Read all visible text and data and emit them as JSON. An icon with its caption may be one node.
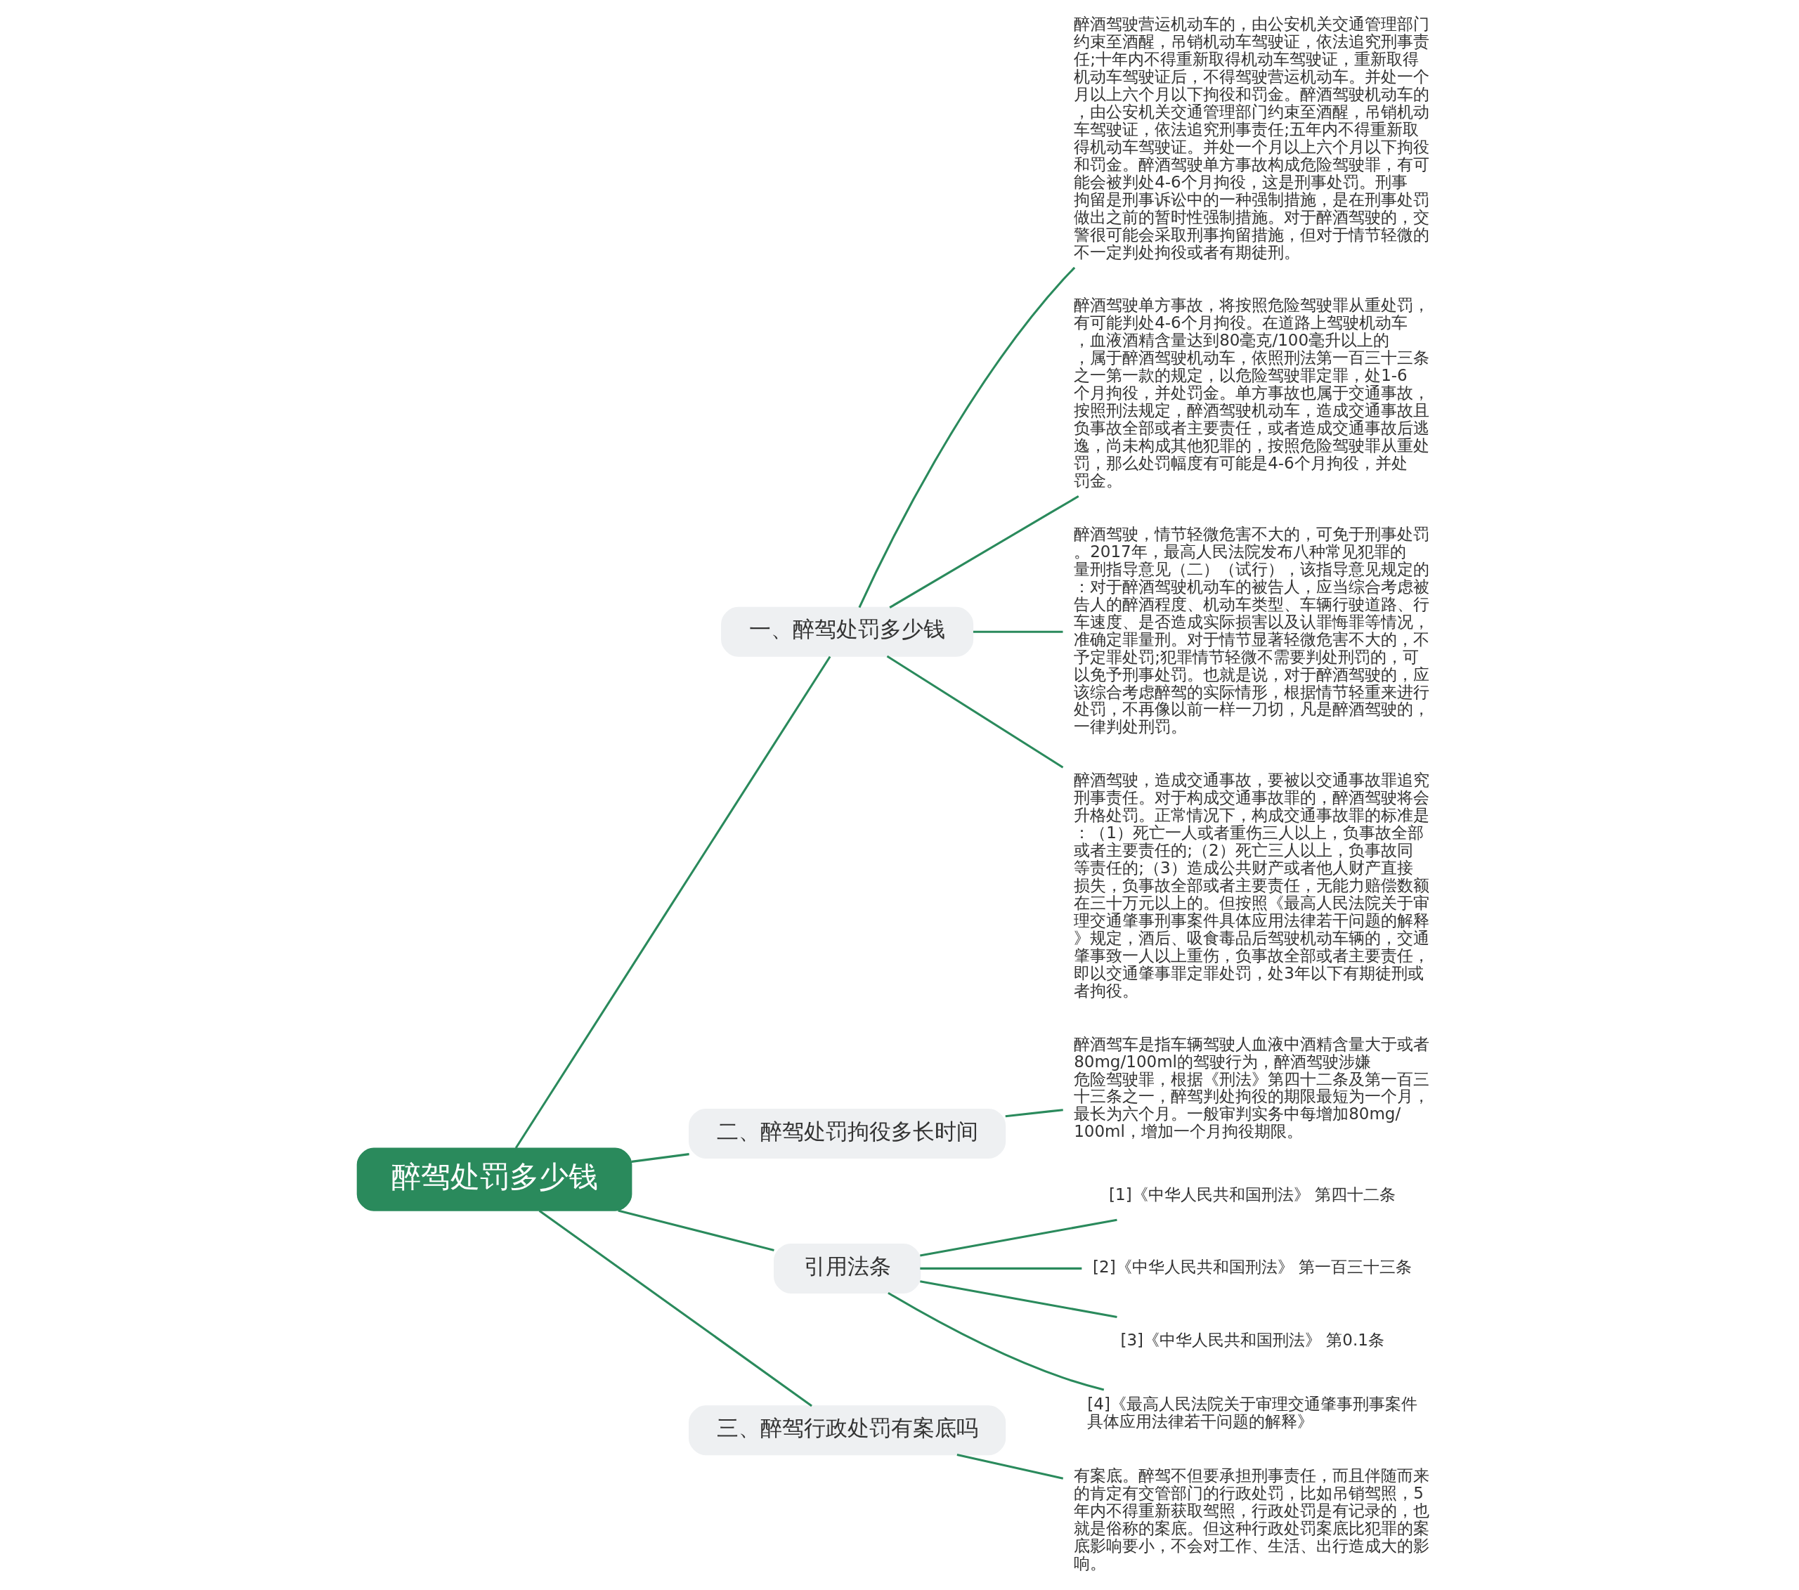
{
  "diagram": {
    "nodes": [
      {
        "text": [
          "醉驾处罚多少钱"
        ]
      },
      {
        "text": [
          "一、醉驾处罚多少钱"
        ]
      },
      {
        "text": [
          "醉酒驾驶营运机动车的，由公安机关交通管理部门约束至酒醒，吊销机动车驾驶证，依法追究刑事责任;十年内不得重新取得机动车驾驶证，重新取得机动车驾驶证后，不得驾驶营运机动车。并处一个月以上六个月以下拘役和罚金。醉酒驾驶机动车的，由公安机关交通管理部门约束至酒醒，吊销机动车驾驶证，依法追究刑事责任;五年内不得重新取得机动车驾驶证。并处一个月以上六个月以下拘役和罚金。醉酒驾驶单方事故构成危险驾驶罪，有可能会被判处4-6个月拘役，这是刑事处罚。刑事拘留是刑事诉讼中的一种强制措施，是在刑事处罚做出之前的暂时性强制措施。对于醉酒驾驶的，交警很可能会采取刑事拘留措施，但对于情节轻微的不一定判处拘役或者有期徒刑。"
        ]
      },
      {
        "text": [
          "醉酒驾驶单方事故，将按照危险驾驶罪从重处罚，有可能判处4-6个月拘役。在道路上驾驶机动车，血液酒精含量达到80毫克/100毫升以上的，属于醉酒驾驶机动车，依照刑法第一百三十三条之一第一款的规定，以危险驾驶罪定罪，处1-6个月拘役，并处罚金。单方事故也属于交通事故，按照刑法规定，醉酒驾驶机动车，造成交通事故且负事故全部或者主要责任，或者造成交通事故后逃逸，尚未构成其他犯罪的，按照危险驾驶罪从重处罚，那么处罚幅度有可能是4-6个月拘役，并处罚金。"
        ]
      },
      {
        "text": [
          "醉酒驾驶，情节轻微危害不大的，可免于刑事处罚。2017年，最高人民法院发布八种常见犯罪的量刑指导意见（二）（试行），该指导意见规定的：对于醉酒驾驶机动车的被告人，应当综合考虑被告人的醉酒程度、机动车类型、车辆行驶道路、行车速度、是否造成实际损害以及认罪悔罪等情况，准确定罪量刑。对于情节显著轻微危害不大的，不予定罪处罚;犯罪情节轻微不需要判处刑罚的，可以免予刑事处罚。也就是说，对于醉酒驾驶的，应该综合考虑醉驾的实际情形，根据情节轻重来进行处罚，不再像以前一样一刀切，凡是醉酒驾驶的，一律判处刑罚。"
        ]
      },
      {
        "text": [
          "醉酒驾驶，造成交通事故，要被以交通事故罪追究刑事责任。对于构成交通事故罪的，醉酒驾驶将会升格处罚。正常情况下，构成交通事故罪的标准是：（1）死亡一人或者重伤三人以上，负事故全部或者主要责任的;（2）死亡三人以上，负事故同等责任的;（3）造成公共财产或者他人财产直接损失，负事故全部或者主要责任，无能力赔偿数额在三十万元以上的。但按照《最高人民法院关于审理交通肇事刑事案件具体应用法律若干问题的解释》规定，酒后、吸食毒品后驾驶机动车辆的，交通肇事致一人以上重伤，负事故全部或者主要责任，即以交通肇事罪定罪处罚，处3年以下有期徒刑或者拘役。"
        ]
      },
      {
        "text": [
          "二、醉驾处罚拘役多长时间"
        ]
      },
      {
        "text": [
          "醉酒驾车是指车辆驾驶人血液中酒精含量大于或者80mg/100ml的驾驶行为，醉酒驾驶涉嫌危险驾驶罪，根据《刑法》第四十二条及第一百三十三条之一，醉驾判处拘役的期限最短为一个月，最长为六个月。一般审判实务中每增加80mg/100ml，增加一个月拘役期限。"
        ]
      },
      {
        "text": [
          "引用法条"
        ]
      },
      {
        "text": [
          "[1]《中华人民共和国刑法》 第四十二条"
        ]
      },
      {
        "text": [
          "[2]《中华人民共和国刑法》 第一百三十三条"
        ]
      },
      {
        "text": [
          "[3]《中华人民共和国刑法》 第0.1条"
        ]
      },
      {
        "text": [
          "[4]《最高人民法院关于审理交通肇事刑事案件具体应用法律若干问题的解释》"
        ]
      },
      {
        "text": [
          "三、醉驾行政处罚有案底吗"
        ]
      },
      {
        "text": [
          "有案底。醉驾不但要承担刑事责任，而且伴随而来的肯定有交管部门的行政处罚，比如吊销驾照，5年内不得重新获取驾照，行政处罚是有记录的，也就是俗称的案底。但这种行政处罚案底比犯罪的案底影响要小，不会对工作、生活、出行造成大的影响。"
        ]
      }
    ],
    "edges": [
      {
        "from": 0,
        "to": 1,
        "arrow": "none"
      },
      {
        "from": 1,
        "to": 2,
        "arrow": "none"
      },
      {
        "from": 1,
        "to": 3,
        "arrow": "none"
      },
      {
        "from": 1,
        "to": 4,
        "arrow": "none"
      },
      {
        "from": 1,
        "to": 5,
        "arrow": "none"
      },
      {
        "from": 0,
        "to": 6,
        "arrow": "none"
      },
      {
        "from": 6,
        "to": 7,
        "arrow": "none"
      },
      {
        "from": 0,
        "to": 8,
        "arrow": "none"
      },
      {
        "from": 8,
        "to": 9,
        "arrow": "none"
      },
      {
        "from": 8,
        "to": 10,
        "arrow": "none"
      },
      {
        "from": 8,
        "to": 11,
        "arrow": "none"
      },
      {
        "from": 8,
        "to": 12,
        "arrow": "none"
      },
      {
        "from": 0,
        "to": 13,
        "arrow": "none"
      },
      {
        "from": 13,
        "to": 14,
        "arrow": "none"
      }
    ]
  }
}
